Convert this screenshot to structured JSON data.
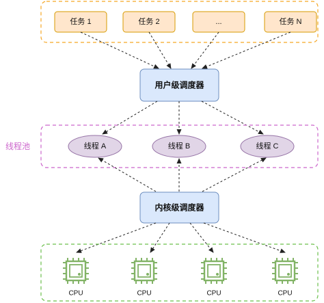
{
  "tasks": [
    "任务 1",
    "任务 2",
    "...",
    "任务 N"
  ],
  "user_scheduler": "用户级调度器",
  "thread_pool": {
    "label": "线程池",
    "threads": [
      "线程 A",
      "线程 B",
      "线程 C"
    ]
  },
  "kernel_scheduler": "内核级调度器",
  "cpus": [
    "CPU",
    "CPU",
    "CPU",
    "CPU"
  ],
  "colors": {
    "task_fill": "#ffe6cc",
    "task_stroke": "#d79b00",
    "task_group_border": "#f5a623",
    "scheduler_fill": "#dae8fc",
    "scheduler_stroke": "#6c8ebf",
    "thread_fill": "#e1d5e7",
    "thread_stroke": "#9673a6",
    "pool_border": "#cc66cc",
    "cpu_green": "#82b366",
    "cpu_group_border": "#6abf4b",
    "arrow": "#222222"
  },
  "icons": {
    "cpu": "cpu-chip-icon"
  }
}
